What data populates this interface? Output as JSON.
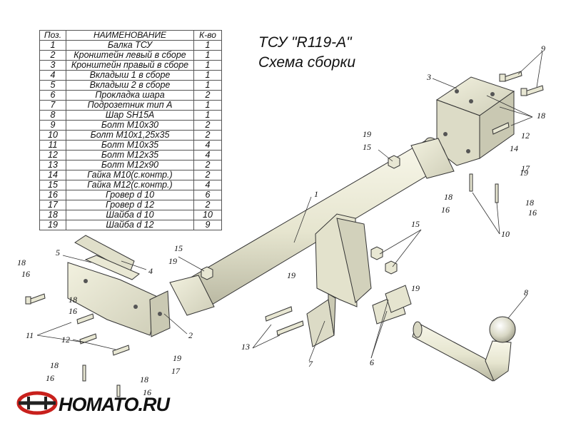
{
  "title": "ТСУ \"R119-A\"",
  "subtitle": "Схема сборки",
  "table": {
    "headers": [
      "Поз.",
      "НАИМЕНОВАНИЕ",
      "К-во"
    ],
    "rows": [
      [
        "1",
        "Балка ТСУ",
        "1"
      ],
      [
        "2",
        "Кронштейн левый в сборе",
        "1"
      ],
      [
        "3",
        "Кронштейн правый в сборе",
        "1"
      ],
      [
        "4",
        "Вкладыш 1 в сборе",
        "1"
      ],
      [
        "5",
        "Вкладыш 2 в сборе",
        "1"
      ],
      [
        "6",
        "Прокладка шара",
        "2"
      ],
      [
        "7",
        "Подрозетник тип А",
        "1"
      ],
      [
        "8",
        "Шар SH15A",
        "1"
      ],
      [
        "9",
        "Болт М10х30",
        "2"
      ],
      [
        "10",
        "Болт М10х1,25х35",
        "2"
      ],
      [
        "11",
        "Болт М10х35",
        "4"
      ],
      [
        "12",
        "Болт М12х35",
        "4"
      ],
      [
        "13",
        "Болт М12х90",
        "2"
      ],
      [
        "14",
        "Гайка М10(с.контр.)",
        "2"
      ],
      [
        "15",
        "Гайка М12(с.контр.)",
        "4"
      ],
      [
        "16",
        "Гровер d 10",
        "6"
      ],
      [
        "17",
        "Гровер d 12",
        "2"
      ],
      [
        "18",
        "Шайба d 10",
        "10"
      ],
      [
        "19",
        "Шайба d 12",
        "9"
      ]
    ]
  },
  "callouts": [
    "1",
    "2",
    "3",
    "4",
    "5",
    "6",
    "7",
    "8",
    "9",
    "10",
    "11",
    "12",
    "13",
    "14",
    "15",
    "16",
    "17",
    "18",
    "19"
  ],
  "logo": {
    "text": "HOMATO.RU",
    "colors": {
      "ring": "#c8201c",
      "dark": "#222222"
    }
  },
  "colors": {
    "metal": "#ecebd8",
    "metal_shade": "#bdbca6",
    "line": "#333333"
  }
}
